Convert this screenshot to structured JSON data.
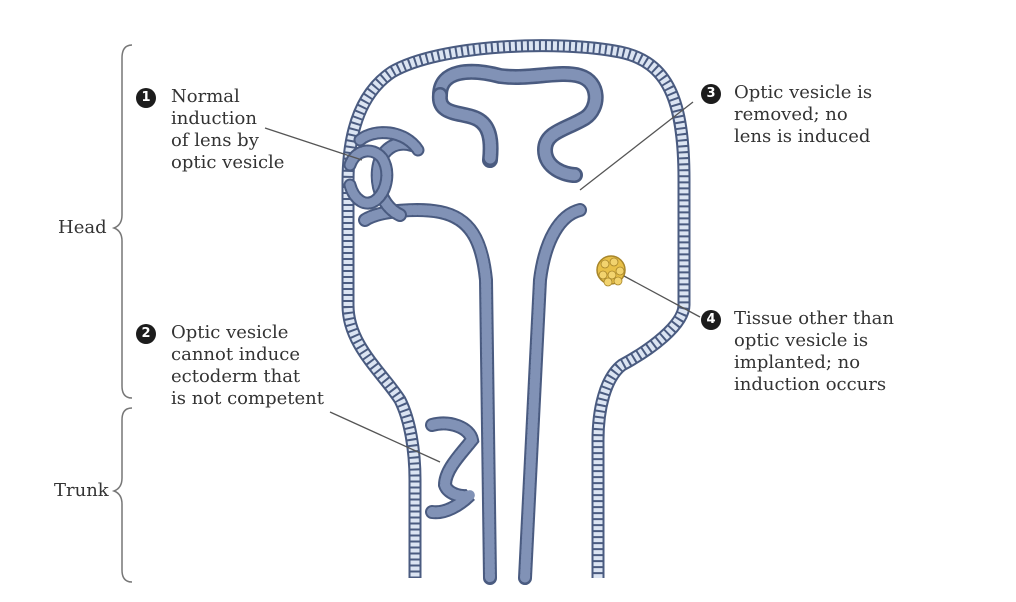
{
  "regions": {
    "head": "Head",
    "trunk": "Trunk"
  },
  "callouts": [
    {
      "number": "1",
      "text": "Normal\ninduction\nof lens by\noptic vesicle"
    },
    {
      "number": "2",
      "text": "Optic vesicle\ncannot induce\nectoderm that\nis not competent"
    },
    {
      "number": "3",
      "text": "Optic vesicle is\nremoved; no\nlens is induced"
    },
    {
      "number": "4",
      "text": "Tissue other than\noptic vesicle is\nimplanted; no\ninduction occurs"
    }
  ],
  "colors": {
    "ectoderm": "#dbe4f2",
    "neural_tube": "#6f82a8",
    "outline": "#4a5b80",
    "implant": "#e8c048",
    "leader": "#555555"
  }
}
